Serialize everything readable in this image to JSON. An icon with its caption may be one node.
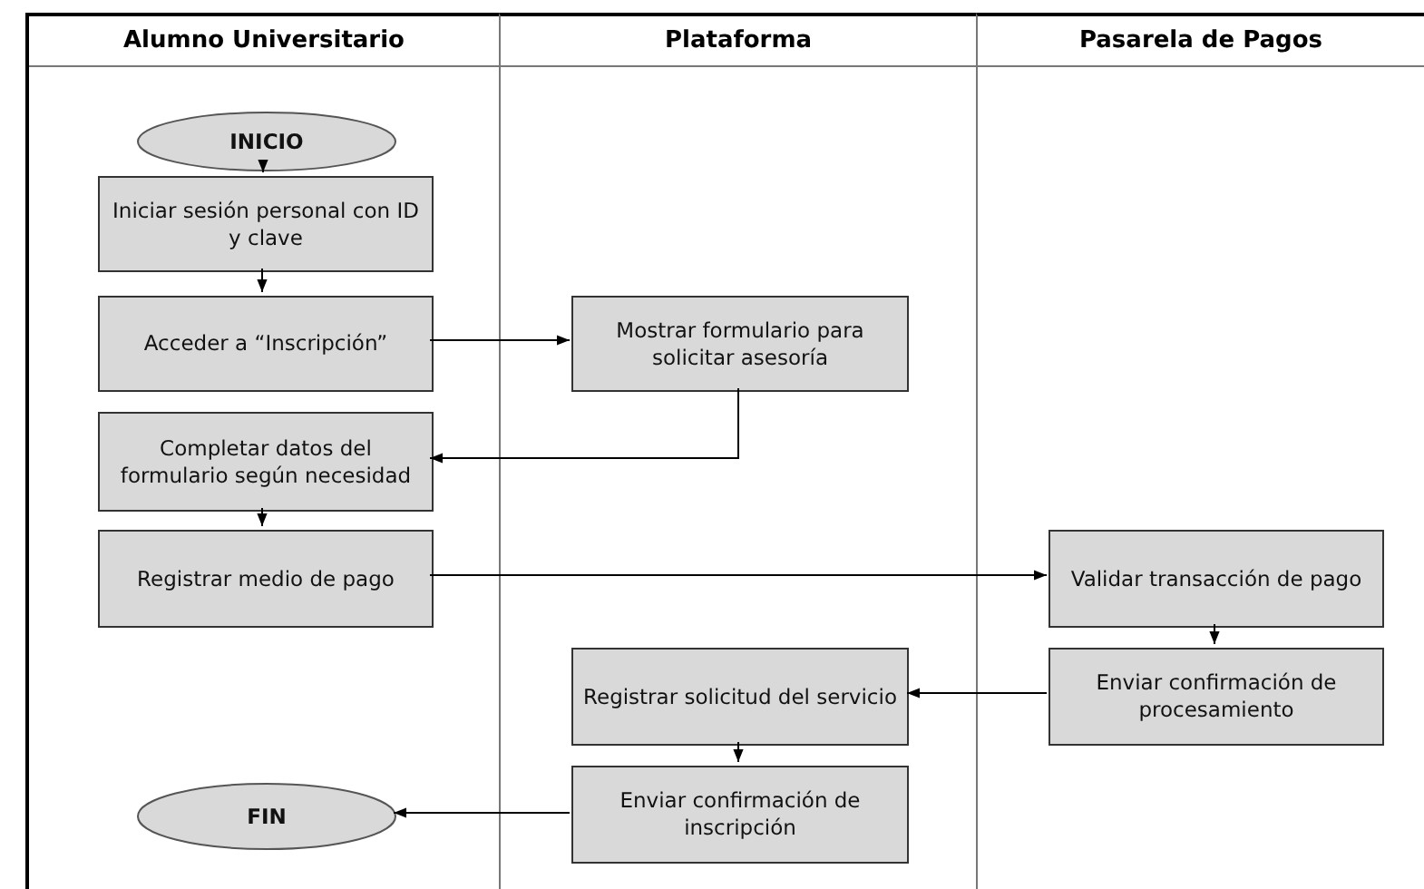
{
  "diagram": {
    "nodes": [
      {
        "text": [
          "Alumno Universitario"
        ]
      },
      {
        "text": [
          "Plataforma"
        ]
      },
      {
        "text": [
          "Pasarela de Pagos"
        ]
      },
      {
        "text": [
          "INICIO"
        ],
        "in": 0
      },
      {
        "text": [
          "Iniciar sesión personal con ID y clave"
        ],
        "in": 0
      },
      {
        "text": [
          "Acceder a “Inscripción”"
        ],
        "in": 0
      },
      {
        "text": [
          "Completar datos del formulario según necesidad"
        ],
        "in": 0
      },
      {
        "text": [
          "Registrar medio de pago"
        ],
        "in": 0
      },
      {
        "text": [
          "FIN"
        ],
        "in": 0
      },
      {
        "text": [
          "Mostrar formulario para solicitar asesoría"
        ],
        "in": 1
      },
      {
        "text": [
          "Registrar solicitud del servicio"
        ],
        "in": 1
      },
      {
        "text": [
          "Enviar confirmación de inscripción"
        ],
        "in": 1
      },
      {
        "text": [
          "Validar transacción de pago"
        ],
        "in": 2
      },
      {
        "text": [
          "Enviar confirmación de procesamiento"
        ],
        "in": 2
      }
    ],
    "edges": [
      {
        "from": 3,
        "to": 4,
        "arrow": "to"
      },
      {
        "from": 4,
        "to": 5,
        "arrow": "to"
      },
      {
        "from": 5,
        "to": 9,
        "arrow": "to"
      },
      {
        "from": 9,
        "to": 6,
        "arrow": "to"
      },
      {
        "from": 6,
        "to": 7,
        "arrow": "to"
      },
      {
        "from": 7,
        "to": 12,
        "arrow": "to"
      },
      {
        "from": 12,
        "to": 13,
        "arrow": "to"
      },
      {
        "from": 13,
        "to": 10,
        "arrow": "to"
      },
      {
        "from": 10,
        "to": 11,
        "arrow": "to"
      },
      {
        "from": 11,
        "to": 8,
        "arrow": "to"
      }
    ]
  }
}
